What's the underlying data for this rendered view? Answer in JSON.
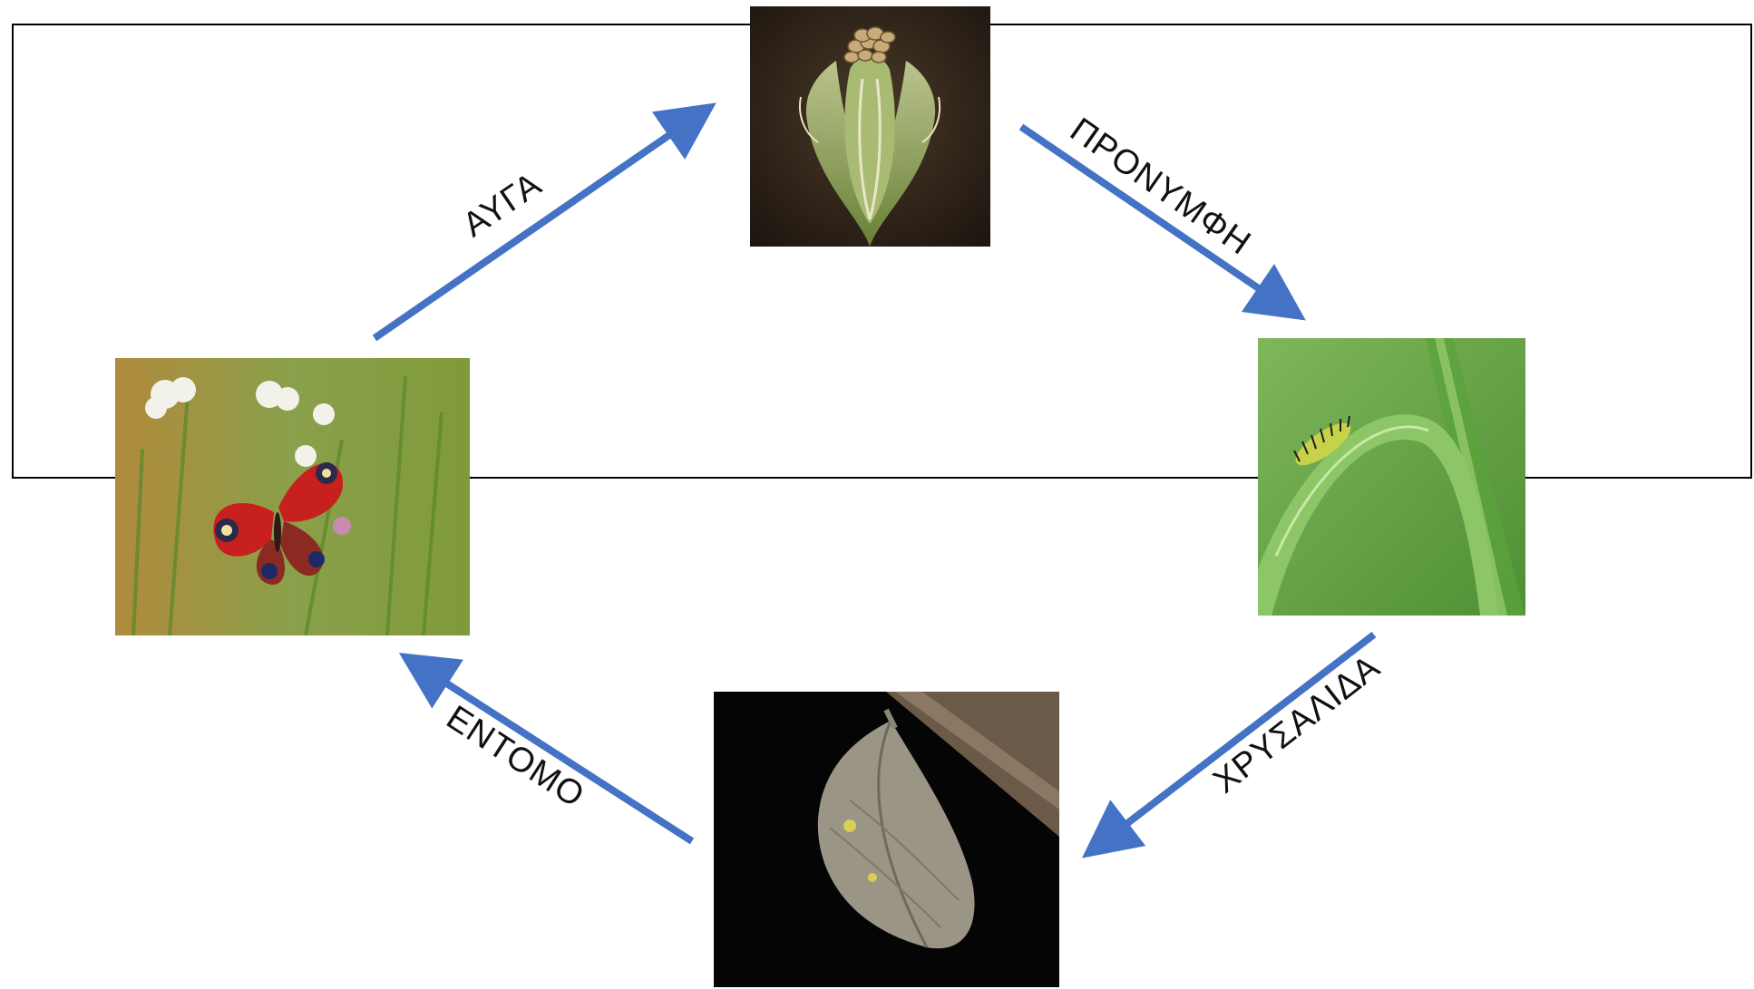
{
  "diagram": {
    "arrow_color": "#4472c4",
    "frame_color": "#000000",
    "labels": {
      "eggs": "ΑΥΓΑ",
      "larva": "ΠΡΟΝΥΜΦΗ",
      "pupa": "ΧΡΥΣΑΛΙΔΑ",
      "insect": "ΕΝΤΟΜΟ"
    },
    "images": {
      "eggs": "eggs-on-plant-photo",
      "larva": "caterpillar-on-grass-photo",
      "pupa": "chrysalis-photo",
      "insect": "peacock-butterfly-photo"
    }
  }
}
